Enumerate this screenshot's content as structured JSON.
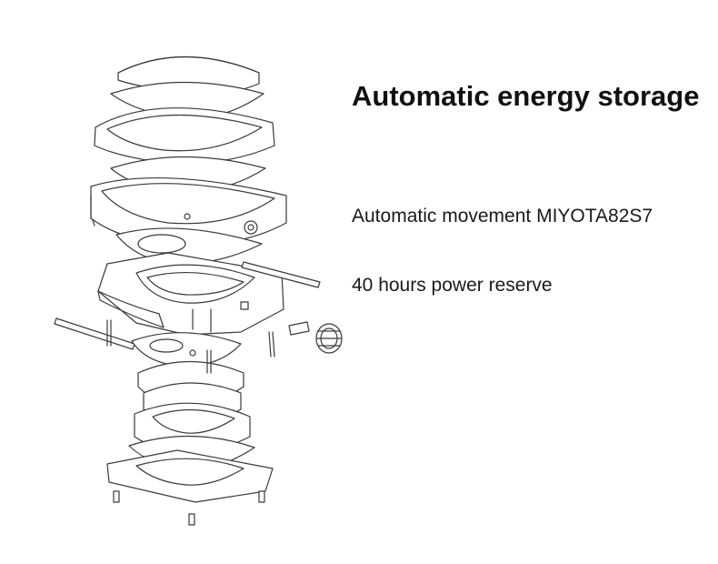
{
  "headline": "Automatic energy storage",
  "features": [
    "Automatic movement MIYOTA82S7",
    "40 hours power reserve"
  ],
  "diagram": {
    "icon": "exploded-watch-diagram-icon",
    "line_color": "#3a3a3a",
    "fill_color": "#ffffff"
  }
}
